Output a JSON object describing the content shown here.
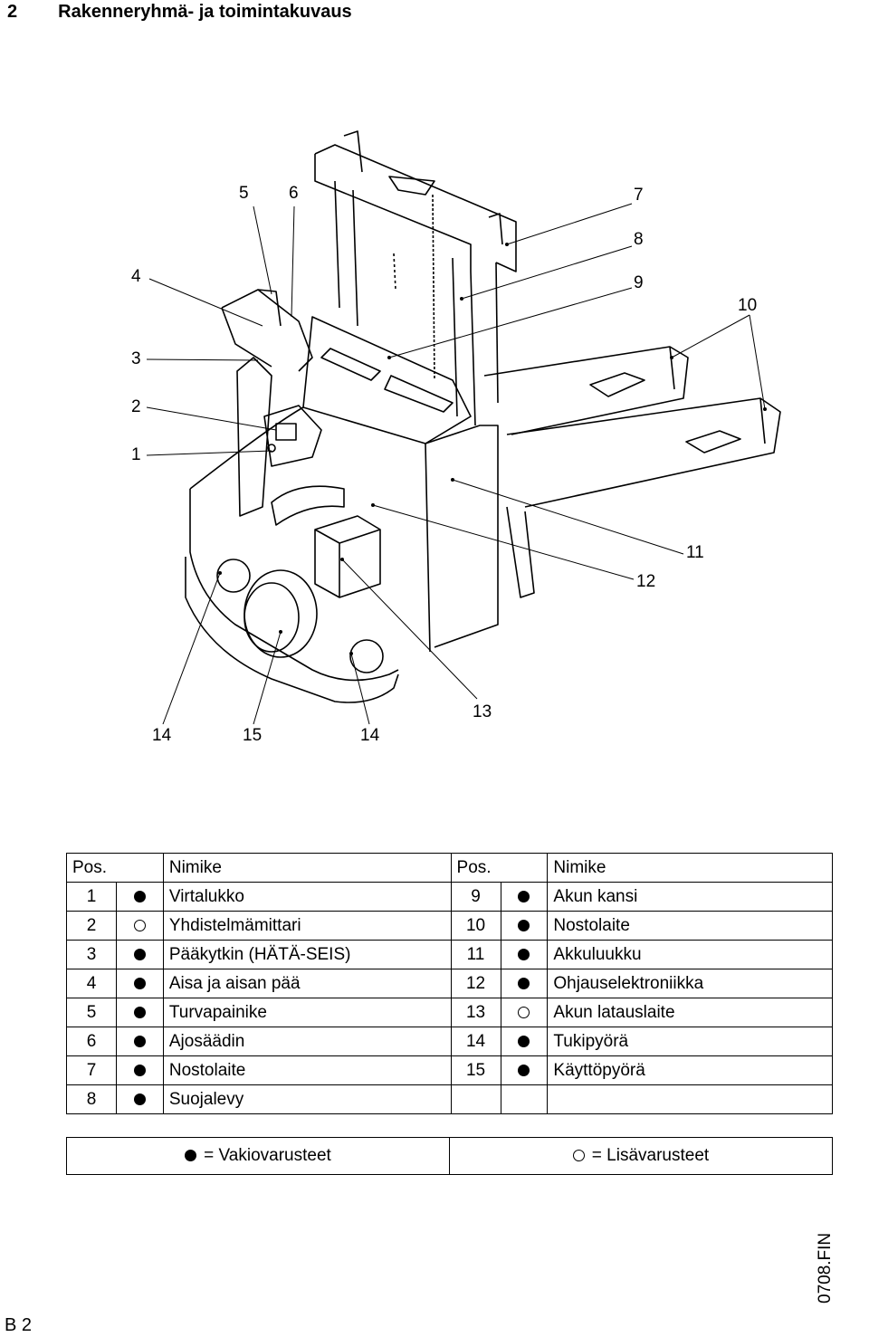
{
  "header": {
    "section_number": "2",
    "title": "Rakenneryhmä- ja toimintakuvaus"
  },
  "figure": {
    "callouts": [
      {
        "id": "c5",
        "label": "5"
      },
      {
        "id": "c6",
        "label": "6"
      },
      {
        "id": "c7",
        "label": "7"
      },
      {
        "id": "c8",
        "label": "8"
      },
      {
        "id": "c4",
        "label": "4"
      },
      {
        "id": "c9",
        "label": "9"
      },
      {
        "id": "c10",
        "label": "10"
      },
      {
        "id": "c3",
        "label": "3"
      },
      {
        "id": "c2",
        "label": "2"
      },
      {
        "id": "c1",
        "label": "1"
      },
      {
        "id": "c11",
        "label": "11"
      },
      {
        "id": "c12",
        "label": "12"
      },
      {
        "id": "c13",
        "label": "13"
      },
      {
        "id": "c14a",
        "label": "14"
      },
      {
        "id": "c15",
        "label": "15"
      },
      {
        "id": "c14b",
        "label": "14"
      }
    ]
  },
  "parts_table": {
    "headers": {
      "pos_left": "Pos.",
      "name_left": "Nimike",
      "pos_right": "Pos.",
      "name_right": "Nimike"
    },
    "rows": [
      {
        "left": {
          "pos": "1",
          "type": "std",
          "name": "Virtalukko"
        },
        "right": {
          "pos": "9",
          "type": "std",
          "name": "Akun kansi"
        }
      },
      {
        "left": {
          "pos": "2",
          "type": "opt",
          "name": "Yhdistelmämittari"
        },
        "right": {
          "pos": "10",
          "type": "std",
          "name": "Nostolaite"
        }
      },
      {
        "left": {
          "pos": "3",
          "type": "std",
          "name": "Pääkytkin (HÄTÄ-SEIS)"
        },
        "right": {
          "pos": "11",
          "type": "std",
          "name": "Akkuluukku"
        }
      },
      {
        "left": {
          "pos": "4",
          "type": "std",
          "name": "Aisa ja aisan pää"
        },
        "right": {
          "pos": "12",
          "type": "std",
          "name": "Ohjauselektroniikka"
        }
      },
      {
        "left": {
          "pos": "5",
          "type": "std",
          "name": "Turvapainike"
        },
        "right": {
          "pos": "13",
          "type": "opt",
          "name": "Akun latauslaite"
        }
      },
      {
        "left": {
          "pos": "6",
          "type": "std",
          "name": "Ajosäädin"
        },
        "right": {
          "pos": "14",
          "type": "std",
          "name": "Tukipyörä"
        }
      },
      {
        "left": {
          "pos": "7",
          "type": "std",
          "name": "Nostolaite"
        },
        "right": {
          "pos": "15",
          "type": "std",
          "name": "Käyttöpyörä"
        }
      },
      {
        "left": {
          "pos": "8",
          "type": "std",
          "name": "Suojalevy"
        },
        "right": {
          "pos": "",
          "type": "none",
          "name": ""
        }
      }
    ]
  },
  "legend": {
    "standard": "= Vakiovarusteet",
    "optional": "= Lisävarusteet"
  },
  "footer": {
    "doc_code": "0708.FIN",
    "page_number": "B 2"
  }
}
